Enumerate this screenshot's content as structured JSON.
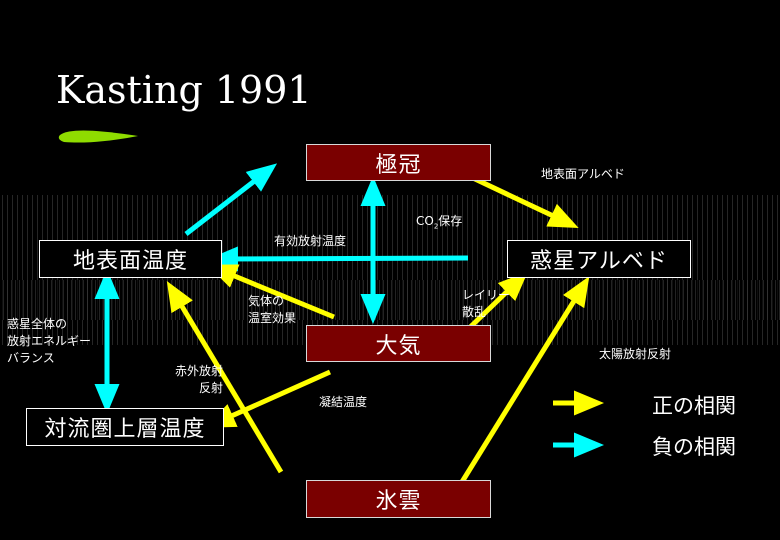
{
  "title": "Kasting 1991",
  "nodes": {
    "kyokukan": "極冠",
    "chihyomen_ondo": "地表面温度",
    "wakusei_albedo": "惑星アルベド",
    "taiki": "大気",
    "tairyuken_ondo": "対流圏上層温度",
    "hyoun": "氷雲"
  },
  "labels": {
    "chihyomen_albedo": "地表面アルベド",
    "co2_pre": "CO",
    "co2_sub": "2",
    "co2_post": "保存",
    "yuko_hosha_ondo": "有効放射温度",
    "kitai_line1": "気体の",
    "kitai_line2": "温室効果",
    "rayleigh_line1": "レイリー",
    "rayleigh_line2": "散乱",
    "wakusei_zentai_line1": "惑星全体の",
    "wakusei_zentai_line2": "放射エネルギー",
    "wakusei_zentai_line3": "バランス",
    "sekigai_line1": "赤外放射",
    "sekigai_line2": "反射",
    "gyoketsu_ondo": "凝結温度",
    "taiyo_hosha_hansha": "太陽放射反射"
  },
  "legend": {
    "positive": "正の相関",
    "negative": "負の相関"
  },
  "colors": {
    "positive_arrow": "#ffff00",
    "negative_arrow": "#00ffff",
    "node_fill": "#7a0000",
    "brush": "#8fdc00"
  }
}
